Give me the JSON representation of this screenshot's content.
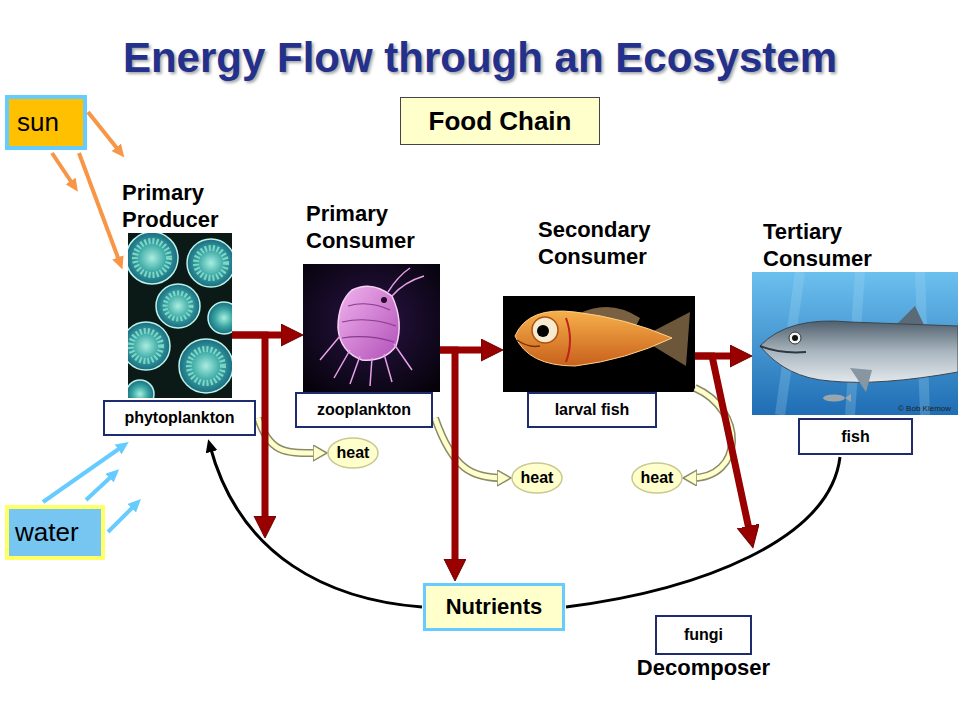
{
  "diagram": {
    "title": "Energy Flow through an Ecosystem",
    "nodes": [
      {
        "text": [
          "sun"
        ]
      },
      {
        "text": [
          "Food Chain"
        ]
      },
      {
        "text": [
          "Primary Producer",
          "phytoplankton"
        ]
      },
      {
        "text": [
          "Primary Consumer",
          "zooplankton"
        ]
      },
      {
        "text": [
          "Secondary Consumer",
          "larval fish"
        ]
      },
      {
        "text": [
          "Tertiary Consumer",
          "fish"
        ]
      },
      {
        "text": [
          "heat"
        ]
      },
      {
        "text": [
          "heat"
        ]
      },
      {
        "text": [
          "heat"
        ]
      },
      {
        "text": [
          "water"
        ]
      },
      {
        "text": [
          "Nutrients"
        ]
      },
      {
        "text": [
          "fungi",
          "Decomposer"
        ]
      }
    ],
    "edges": [
      {
        "from": 0,
        "to": 2,
        "arrow": "to"
      },
      {
        "from": 9,
        "to": 2,
        "arrow": "to"
      },
      {
        "from": 2,
        "to": 3,
        "arrow": "to"
      },
      {
        "from": 3,
        "to": 4,
        "arrow": "to"
      },
      {
        "from": 4,
        "to": 5,
        "arrow": "to"
      },
      {
        "from": 2,
        "to": 6,
        "arrow": "to"
      },
      {
        "from": 3,
        "to": 7,
        "arrow": "to"
      },
      {
        "from": 4,
        "to": 8,
        "arrow": "to"
      },
      {
        "from": 2,
        "to": 10,
        "arrow": "to"
      },
      {
        "from": 3,
        "to": 10,
        "arrow": "to"
      },
      {
        "from": 4,
        "to": 10,
        "arrow": "to"
      },
      {
        "from": 5,
        "to": 10,
        "arrow": "none"
      },
      {
        "from": 10,
        "to": 2,
        "arrow": "to"
      }
    ],
    "labels": [
      "© Bob Klemow"
    ]
  }
}
